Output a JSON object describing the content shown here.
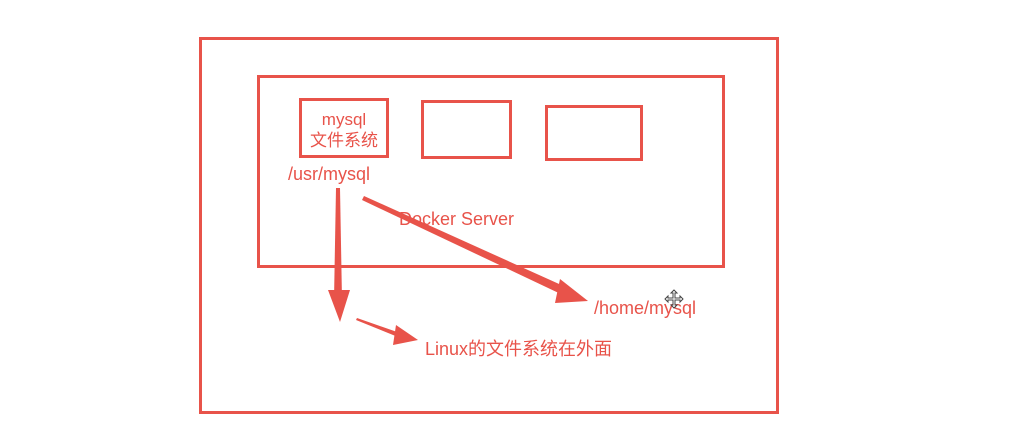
{
  "colors": {
    "accent": "#e8534a"
  },
  "diagram": {
    "container_1": {
      "line1": "mysql",
      "line2": "文件系统"
    },
    "container_path": "/usr/mysql",
    "server_label": "Docker Server",
    "host_path": "/home/mysql",
    "host_fs_label": "Linux的文件系统在外面"
  },
  "icons": {
    "cursor": "move-cursor-icon"
  }
}
